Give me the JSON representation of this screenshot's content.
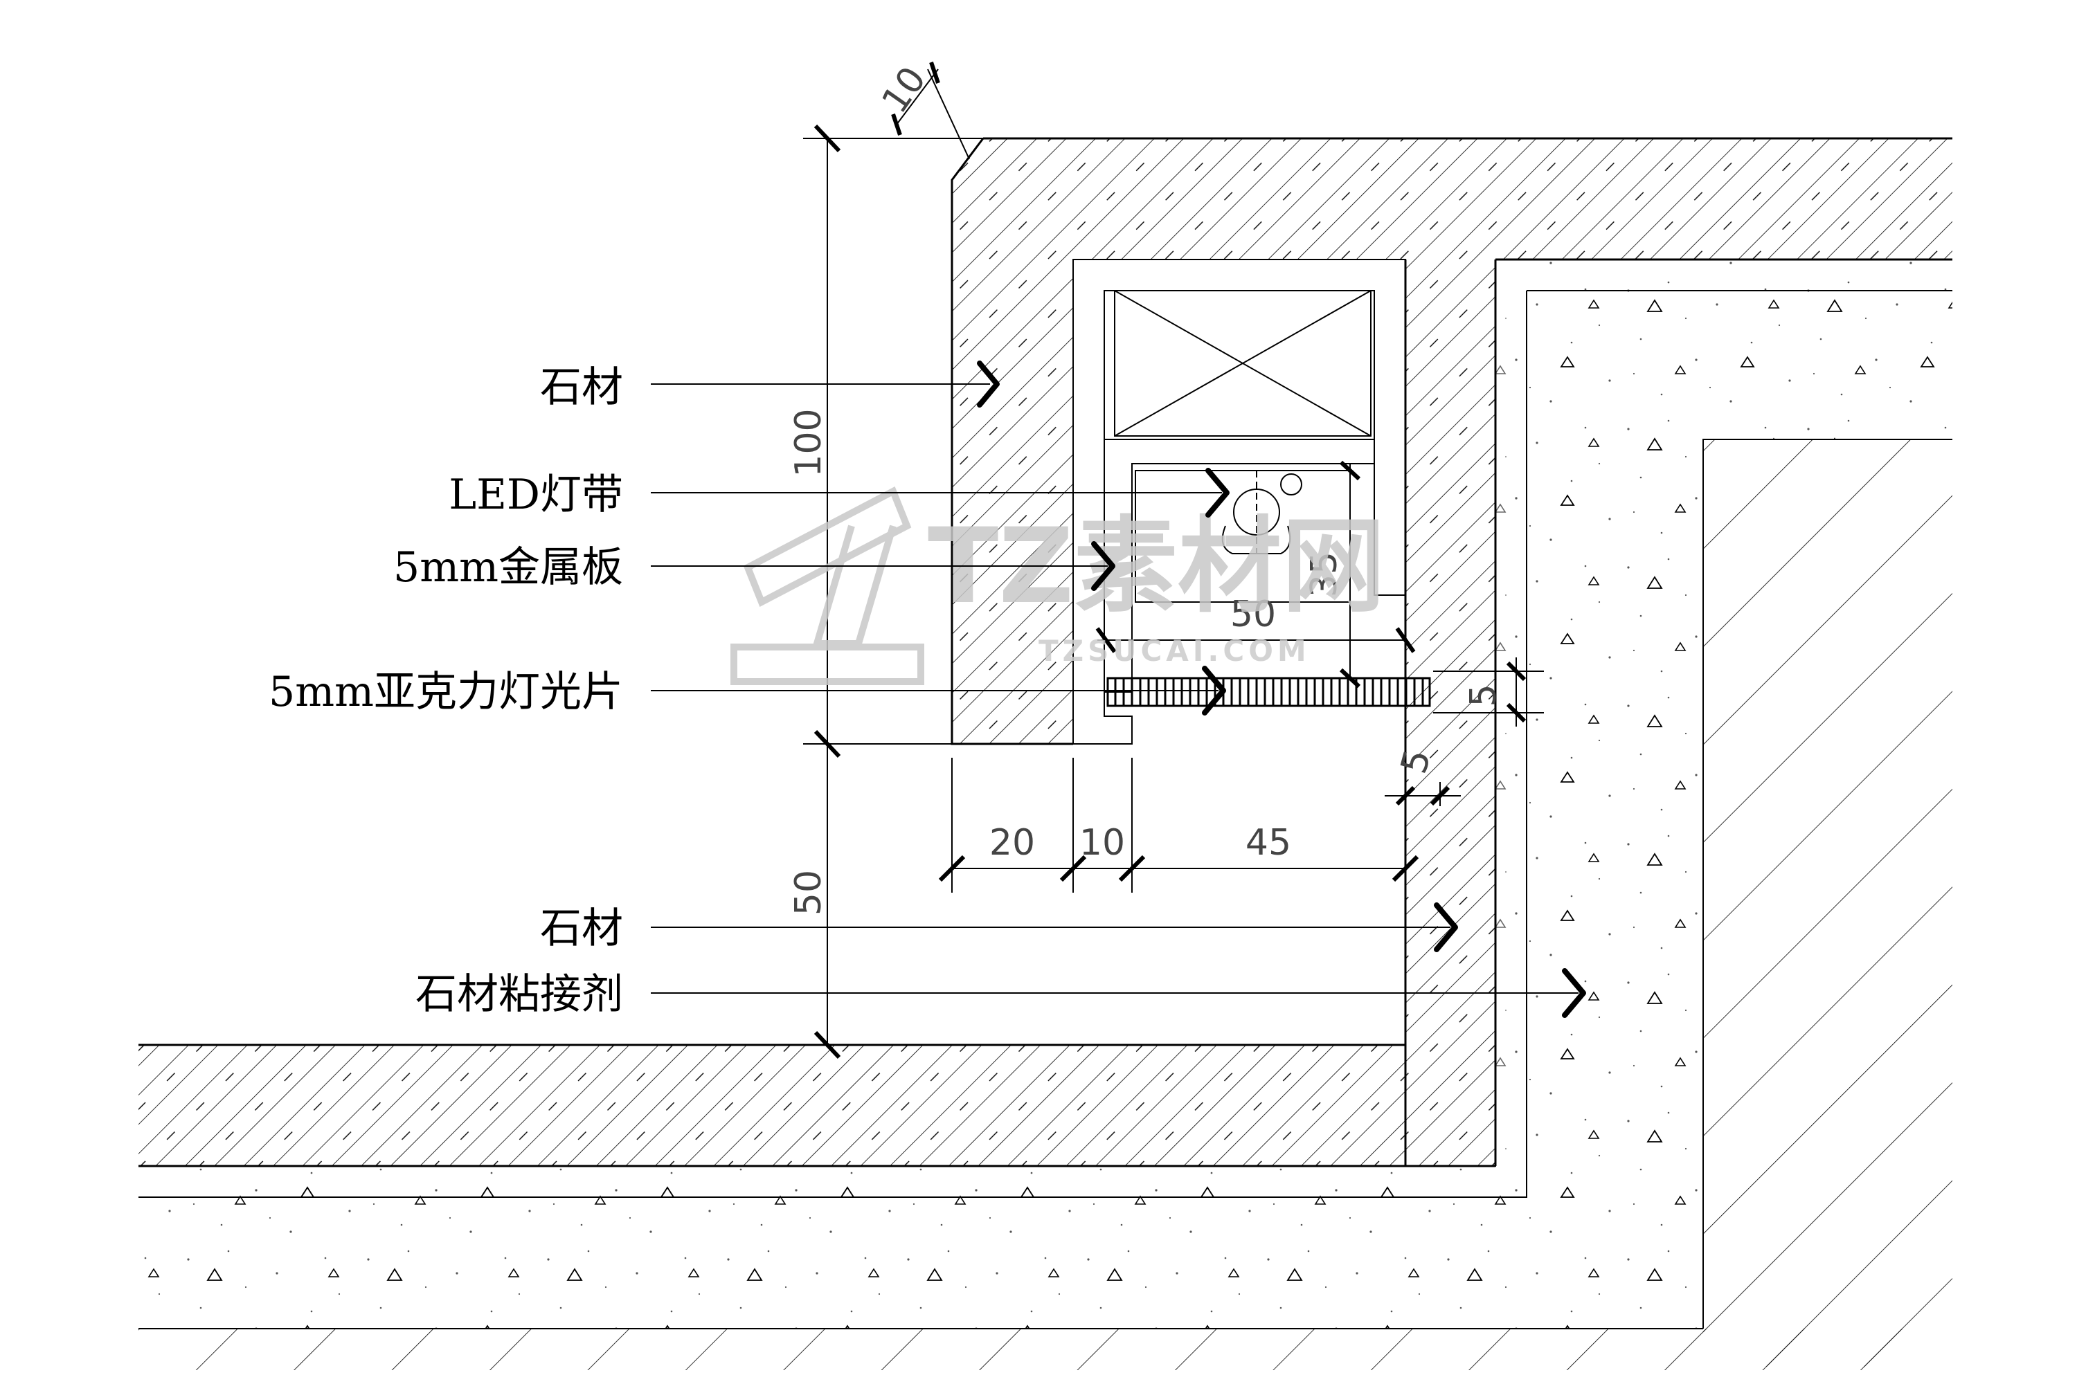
{
  "labels": {
    "stone_top": "石材",
    "led_strip": "LED灯带",
    "metal_plate": "5mm金属板",
    "acrylic_sheet": "5mm亚克力灯光片",
    "stone_bottom": "石材",
    "stone_adhesive": "石材粘接剂"
  },
  "dimensions": {
    "chamfer": "10",
    "height_upper": "100",
    "height_lower": "50",
    "cavity_height": "35",
    "cavity_width": "50",
    "bottom_20": "20",
    "bottom_10": "10",
    "bottom_45": "45",
    "right_5": "5",
    "right_small": "5"
  },
  "watermark": {
    "brand": "TZ素材网",
    "url": "TZSUCAI.COM"
  },
  "colors": {
    "line": "#000000",
    "hatch": "#000000",
    "watermark": "#c8c8c8"
  }
}
